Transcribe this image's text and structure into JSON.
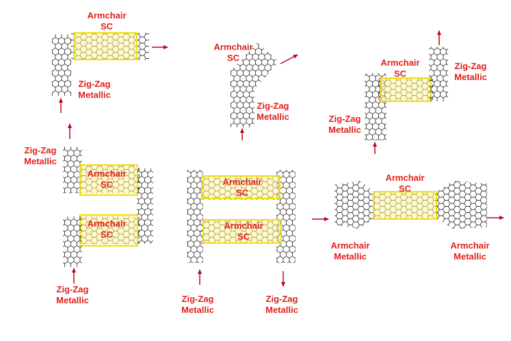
{
  "colors": {
    "label": "#e0201b",
    "arrow": "#c0001a",
    "lattice": "#000000",
    "highlight_fill": "#fff59a",
    "highlight_border": "#f2e000"
  },
  "panels": {
    "p1": {
      "armchair": {
        "line1": "Armchair",
        "line2": "SC"
      },
      "zigzag": {
        "line1": "Zig-Zag",
        "line2": "Metallic"
      }
    },
    "p2": {
      "armchair": {
        "line1": "Armchair",
        "line2": "SC"
      },
      "zigzag": {
        "line1": "Zig-Zag",
        "line2": "Metallic"
      }
    },
    "p3": {
      "armchair": {
        "line1": "Armchair",
        "line2": "SC"
      },
      "zigzag_right": {
        "line1": "Zig-Zag",
        "line2": "Metallic"
      },
      "zigzag_left": {
        "line1": "Zig-Zag",
        "line2": "Metallic"
      }
    },
    "p4": {
      "zigzag_top": {
        "line1": "Zig-Zag",
        "line2": "Metallic"
      },
      "armchair_top": {
        "line1": "Armchair",
        "line2": "SC"
      },
      "armchair_bottom": {
        "line1": "Armchair",
        "line2": "SC"
      },
      "zigzag_bottom": {
        "line1": "Zig-Zag",
        "line2": "Metallic"
      }
    },
    "p5": {
      "armchair_top": {
        "line1": "Armchair",
        "line2": "SC"
      },
      "armchair_bottom": {
        "line1": "Armchair",
        "line2": "SC"
      },
      "zigzag_left": {
        "line1": "Zig-Zag",
        "line2": "Metallic"
      },
      "zigzag_right": {
        "line1": "Zig-Zag",
        "line2": "Metallic"
      }
    },
    "p6": {
      "armchair_sc": {
        "line1": "Armchair",
        "line2": "SC"
      },
      "armchair_left": {
        "line1": "Armchair",
        "line2": "Metallic"
      },
      "armchair_right": {
        "line1": "Armchair",
        "line2": "Metallic"
      }
    }
  }
}
